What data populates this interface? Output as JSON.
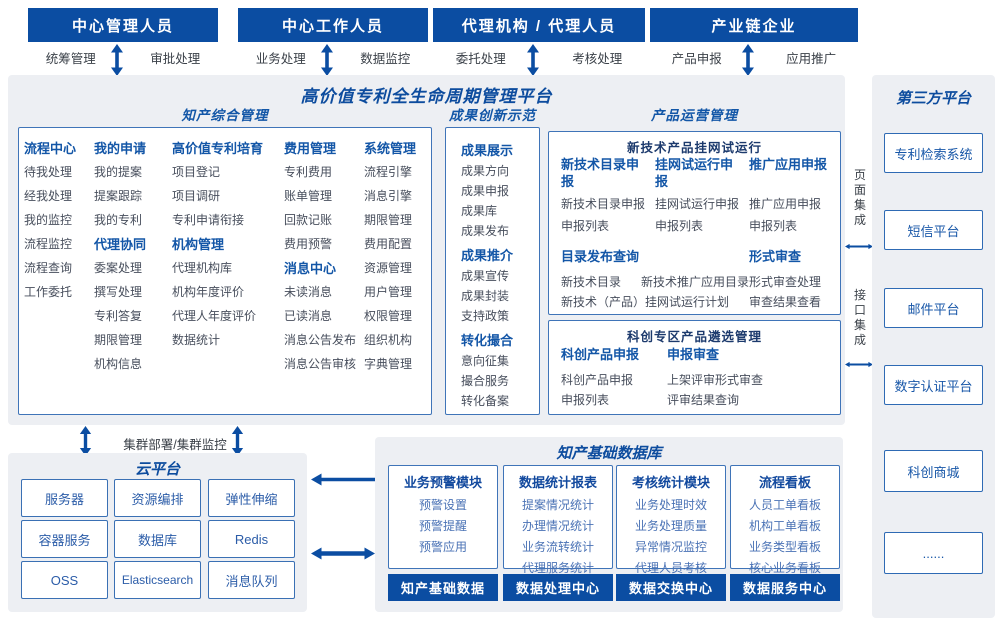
{
  "colors": {
    "primary": "#0b4da2",
    "title_blue": "#0d4c9e",
    "panel_bg": "#edeff3",
    "item_gray": "#474e5c"
  },
  "top_roles": [
    {
      "title": "中心管理人员",
      "left": "统筹管理",
      "right": "审批处理"
    },
    {
      "title": "中心工作人员",
      "left": "业务处理",
      "right": "数据监控"
    },
    {
      "title": "代理机构 / 代理人员",
      "left": "委托处理",
      "right": "考核处理"
    },
    {
      "title": "产业链企业",
      "left": "产品申报",
      "right": "应用推广"
    }
  ],
  "platform": {
    "title": "高价值专利全生命周期管理平台"
  },
  "ip": {
    "title": "知产综合管理",
    "col1": [
      {
        "t": "流程中心",
        "c": "hd"
      },
      {
        "t": "待我处理",
        "c": "it"
      },
      {
        "t": "经我处理",
        "c": "it"
      },
      {
        "t": "我的监控",
        "c": "it"
      },
      {
        "t": "流程监控",
        "c": "it"
      },
      {
        "t": "流程查询",
        "c": "it"
      },
      {
        "t": "工作委托",
        "c": "it"
      }
    ],
    "col2": [
      {
        "t": "我的申请",
        "c": "hd"
      },
      {
        "t": "我的提案",
        "c": "it"
      },
      {
        "t": "提案跟踪",
        "c": "it"
      },
      {
        "t": "我的专利",
        "c": "it"
      },
      {
        "t": "代理协同",
        "c": "hd"
      },
      {
        "t": "委案处理",
        "c": "it"
      },
      {
        "t": "撰写处理",
        "c": "it"
      },
      {
        "t": "专利答复",
        "c": "it"
      },
      {
        "t": "期限管理",
        "c": "it"
      },
      {
        "t": "机构信息",
        "c": "it"
      }
    ],
    "col3": [
      {
        "t": "高价值专利培育",
        "c": "hd"
      },
      {
        "t": "项目登记",
        "c": "it"
      },
      {
        "t": "项目调研",
        "c": "it"
      },
      {
        "t": "专利申请衔接",
        "c": "it"
      },
      {
        "t": "机构管理",
        "c": "hd"
      },
      {
        "t": "代理机构库",
        "c": "it"
      },
      {
        "t": "机构年度评价",
        "c": "it"
      },
      {
        "t": "代理人年度评价",
        "c": "it"
      },
      {
        "t": "数据统计",
        "c": "it"
      }
    ],
    "col4": [
      {
        "t": "费用管理",
        "c": "hd"
      },
      {
        "t": "专利费用",
        "c": "it"
      },
      {
        "t": "账单管理",
        "c": "it"
      },
      {
        "t": "回款记账",
        "c": "it"
      },
      {
        "t": "费用预警",
        "c": "it"
      },
      {
        "t": "消息中心",
        "c": "hd"
      },
      {
        "t": "未读消息",
        "c": "it"
      },
      {
        "t": "已读消息",
        "c": "it"
      },
      {
        "t": "消息公告发布",
        "c": "it"
      },
      {
        "t": "消息公告审核",
        "c": "it"
      }
    ],
    "col5": [
      {
        "t": "系统管理",
        "c": "hd"
      },
      {
        "t": "流程引擎",
        "c": "it"
      },
      {
        "t": "消息引擎",
        "c": "it"
      },
      {
        "t": "期限管理",
        "c": "it"
      },
      {
        "t": "费用配置",
        "c": "it"
      },
      {
        "t": "资源管理",
        "c": "it"
      },
      {
        "t": "用户管理",
        "c": "it"
      },
      {
        "t": "权限管理",
        "c": "it"
      },
      {
        "t": "组织机构",
        "c": "it"
      },
      {
        "t": "字典管理",
        "c": "it"
      }
    ]
  },
  "achievement": {
    "title": "成果创新示范",
    "items": [
      {
        "t": "成果展示",
        "c": "hd"
      },
      {
        "t": "成果方向",
        "c": "it"
      },
      {
        "t": "成果申报",
        "c": "it"
      },
      {
        "t": "成果库",
        "c": "it"
      },
      {
        "t": "成果发布",
        "c": "it"
      },
      {
        "t": "成果推介",
        "c": "hd"
      },
      {
        "t": "成果宣传",
        "c": "it"
      },
      {
        "t": "成果封装",
        "c": "it"
      },
      {
        "t": "支持政策",
        "c": "it"
      },
      {
        "t": "转化撮合",
        "c": "hd"
      },
      {
        "t": "意向征集",
        "c": "it"
      },
      {
        "t": "撮合服务",
        "c": "it"
      },
      {
        "t": "转化备案",
        "c": "it"
      }
    ]
  },
  "product": {
    "title": "产品运营管理",
    "box1": {
      "title": "新技术产品挂网试运行",
      "col1_header": "新技术目录申报",
      "col1_item1": "新技术目录申报",
      "col1_item2": "申报列表",
      "col2_header": "挂网试运行申报",
      "col2_item1": "挂网试运行申报",
      "col2_item2": "申报列表",
      "col3_header": "推广应用申报",
      "col3_item1": "推广应用申报",
      "col3_item2": "申报列表",
      "catalog_header": "目录发布查询",
      "catalog_item1a": "新技术目录",
      "catalog_item1b": "新技术推广应用目录",
      "catalog_item2": "新技术（产品）挂网试运行计划",
      "formal_header": "形式审查",
      "formal_item1": "形式审查处理",
      "formal_item2": "审查结果查看"
    },
    "box2": {
      "title": "科创专区产品遴选管理",
      "col1_header": "科创产品申报",
      "col1_item1": "科创产品申报",
      "col1_item2": "申报列表",
      "col2_header": "申报审查",
      "col2_item1": "上架评审形式审查",
      "col2_item2": "评审结果查询"
    }
  },
  "integration": {
    "page": "页面集成",
    "api": "接口集成"
  },
  "third_party": {
    "title": "第三方平台",
    "systems": [
      "专利检索系统",
      "短信平台",
      "邮件平台",
      "数字认证平台",
      "科创商城",
      "......"
    ]
  },
  "cluster_label": "集群部署/集群监控",
  "cloud": {
    "title": "云平台",
    "cells": [
      "服务器",
      "资源编排",
      "弹性伸缩",
      "容器服务",
      "数据库",
      "Redis",
      "OSS",
      "Elasticsearch",
      "消息队列"
    ]
  },
  "database": {
    "title": "知产基础数据库",
    "modules": [
      {
        "header": "业务预警模块",
        "items": [
          "预警设置",
          "预警提醒",
          "预警应用"
        ]
      },
      {
        "header": "数据统计报表",
        "items": [
          "提案情况统计",
          "办理情况统计",
          "业务流转统计",
          "代理服务统计"
        ]
      },
      {
        "header": "考核统计模块",
        "items": [
          "业务处理时效",
          "业务处理质量",
          "异常情况监控",
          "代理人员考核"
        ]
      },
      {
        "header": "流程看板",
        "items": [
          "人员工单看板",
          "机构工单看板",
          "业务类型看板",
          "核心业务看板"
        ]
      }
    ],
    "bases": [
      "知产基础数据",
      "数据处理中心",
      "数据交换中心",
      "数据服务中心"
    ]
  }
}
